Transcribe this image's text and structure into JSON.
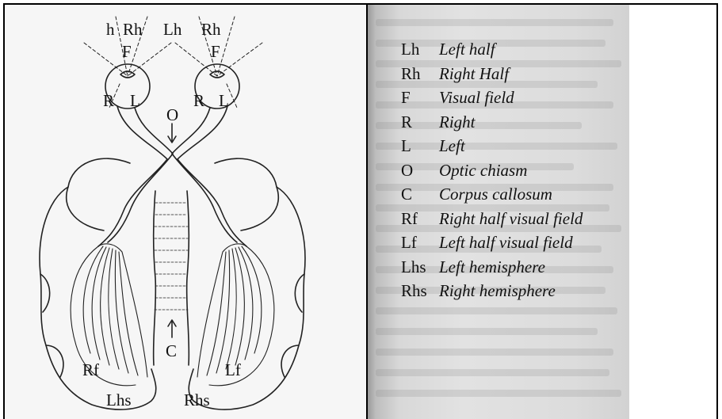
{
  "diagram": {
    "labels": {
      "h": "h",
      "rh_top_left": "Rh",
      "lh_top": "Lh",
      "rh_top_right": "Rh",
      "f_left": "F",
      "f_right": "F",
      "r_left": "R",
      "l_left": "L",
      "r_right": "R",
      "l_right": "L",
      "o": "O",
      "c": "C",
      "rf": "Rf",
      "lf": "Lf",
      "lhs": "Lhs",
      "rhs": "Rhs"
    }
  },
  "legend": {
    "items": [
      {
        "abbr": "Lh",
        "desc": "Left half"
      },
      {
        "abbr": "Rh",
        "desc": "Right Half"
      },
      {
        "abbr": "F",
        "desc": "Visual field"
      },
      {
        "abbr": "R",
        "desc": "Right"
      },
      {
        "abbr": "L",
        "desc": "Left"
      },
      {
        "abbr": "O",
        "desc": "Optic chiasm"
      },
      {
        "abbr": "C",
        "desc": "Corpus callosum"
      },
      {
        "abbr": "Rf",
        "desc": "Right half visual field"
      },
      {
        "abbr": "Lf",
        "desc": "Left half visual field"
      },
      {
        "abbr": "Lhs",
        "desc": "Left hemisphere"
      },
      {
        "abbr": "Rhs",
        "desc": "Right hemisphere"
      }
    ]
  }
}
